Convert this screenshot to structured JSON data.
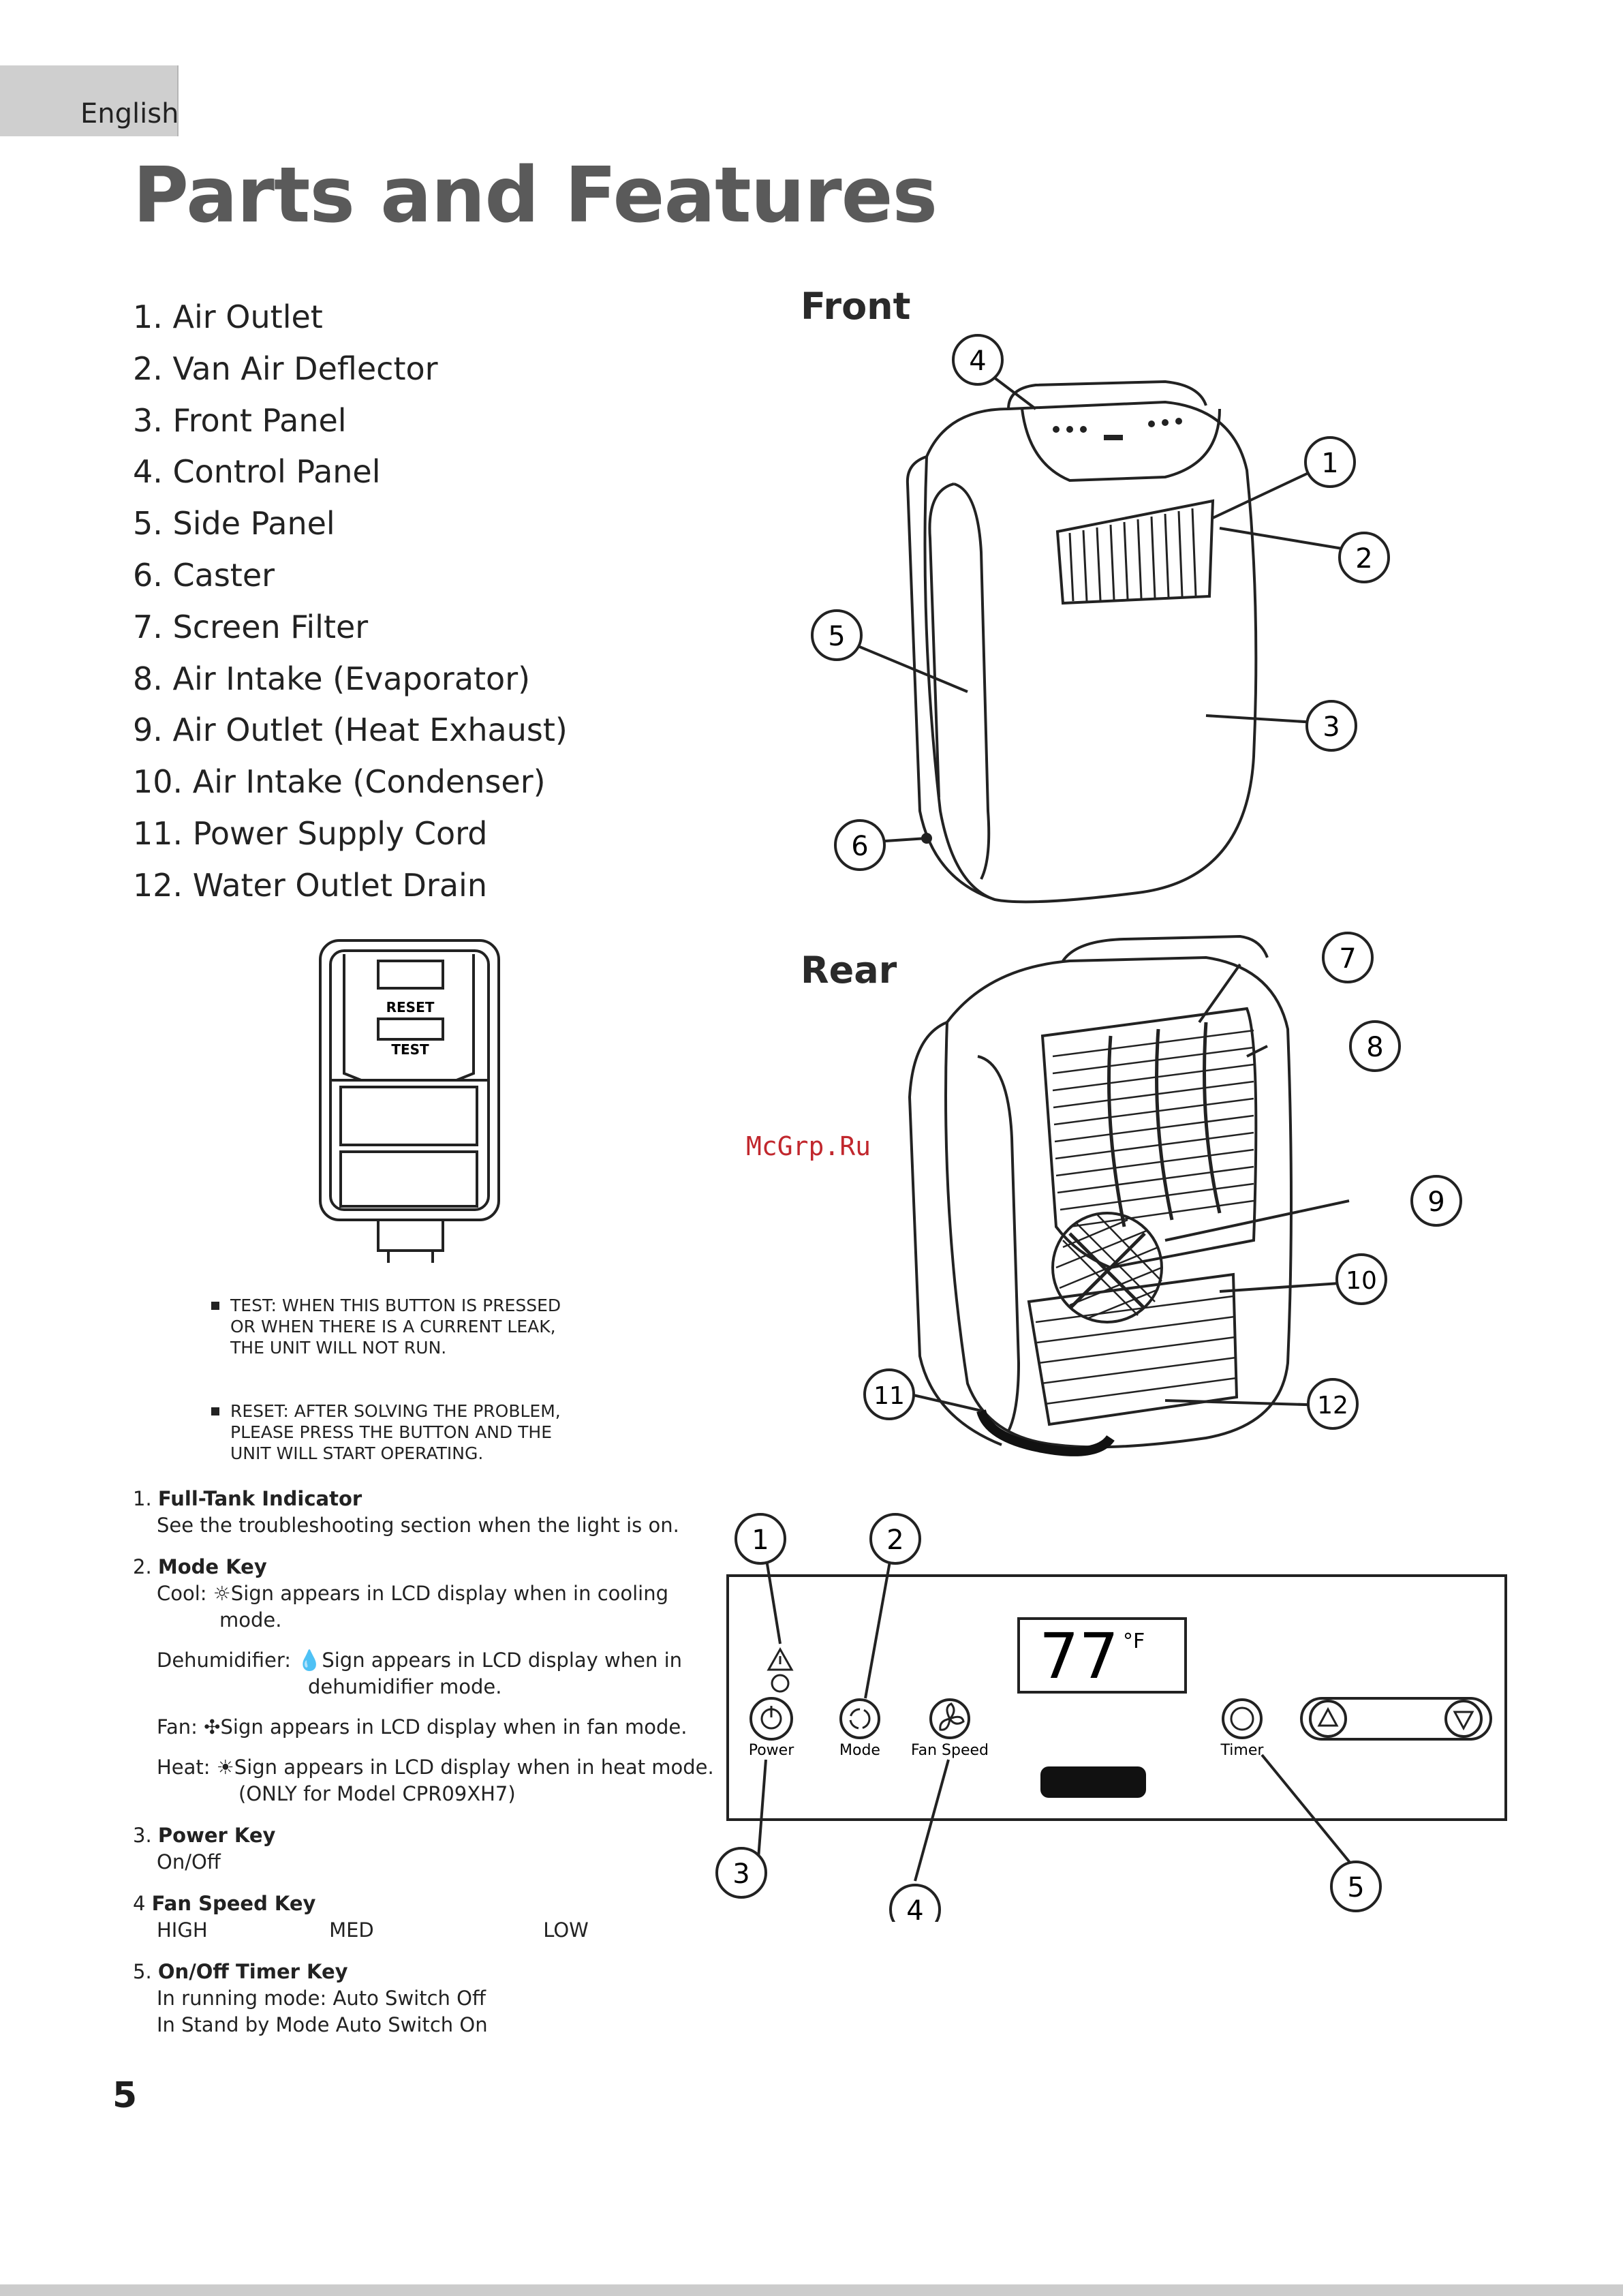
{
  "language_tab": "English",
  "title": "Parts and Features",
  "parts": [
    "1. Air Outlet",
    "2. Van Air Deflector",
    "3. Front Panel",
    "4. Control Panel",
    "5. Side Panel",
    "6. Caster",
    "7. Screen Filter",
    "8. Air Intake (Evaporator)",
    "9. Air Outlet (Heat Exhaust)",
    "10. Air Intake (Condenser)",
    "11. Power Supply Cord",
    "12. Water Outlet Drain"
  ],
  "front_label": "Front",
  "rear_label": "Rear",
  "watermark": "McGrp.Ru",
  "plug": {
    "reset": "RESET",
    "test": "TEST"
  },
  "plug_notes": [
    [
      "TEST: WHEN THIS BUTTON IS PRESSED",
      "OR WHEN THERE IS A CURRENT LEAK,",
      "THE UNIT WILL NOT RUN."
    ],
    [
      "RESET: AFTER SOLVING THE PROBLEM,",
      "PLEASE PRESS THE BUTTON AND THE",
      "UNIT WILL START OPERATING."
    ]
  ],
  "front_callouts": [
    "4",
    "1",
    "2",
    "5",
    "3",
    "6"
  ],
  "rear_callouts": [
    "7",
    "8",
    "9",
    "10",
    "11",
    "12"
  ],
  "panel": {
    "callouts": [
      "1",
      "2",
      "3",
      "4",
      "5"
    ],
    "temp": "77",
    "unit": "°F",
    "buttons": {
      "power": "Power",
      "mode": "Mode",
      "fan_speed": "Fan Speed",
      "timer": "Timer"
    }
  },
  "descriptions": {
    "d1": {
      "num": "1.",
      "head": "Full-Tank Indicator",
      "line": "See the troubleshooting section when the light is on."
    },
    "d2": {
      "num": "2.",
      "head": "Mode Key",
      "cool_label": "Cool:",
      "cool_a": "Sign appears in LCD display when in cooling",
      "cool_b": "mode.",
      "dehum_label": "Dehumidifier:",
      "dehum_a": "Sign appears in LCD display when in",
      "dehum_b": "dehumidifier mode.",
      "fan_label": "Fan:",
      "fan_a": "Sign appears in LCD display when in fan mode.",
      "heat_label": "Heat:",
      "heat_a": "Sign appears in LCD display when in heat mode.",
      "heat_b": "(ONLY for Model CPR09XH7)"
    },
    "d3": {
      "num": "3.",
      "head": "Power Key",
      "line": "On/Off"
    },
    "d4": {
      "num": "4",
      "head": "Fan Speed Key",
      "high": "HIGH",
      "med": "MED",
      "low": "LOW"
    },
    "d5": {
      "num": "5.",
      "head": "On/Off Timer Key",
      "line1": "In running mode:  Auto Switch Off",
      "line2": "In Stand by Mode   Auto Switch On"
    }
  },
  "page_number": "5"
}
